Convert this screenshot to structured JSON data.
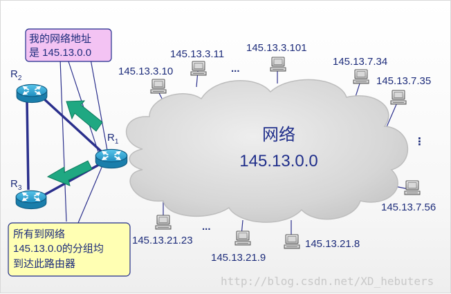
{
  "network": {
    "name": "网络",
    "address": "145.13.0.0"
  },
  "routers": {
    "r1": {
      "main": "R",
      "sub": "1"
    },
    "r2": {
      "main": "R",
      "sub": "2"
    },
    "r3": {
      "main": "R",
      "sub": "3"
    }
  },
  "callouts": {
    "top": [
      "我的网络地址",
      "是 145.13.0.0"
    ],
    "bottom": [
      "所有到网络",
      "145.13.0.0的分组均",
      "到达此路由器"
    ]
  },
  "hosts": {
    "h_3_10": "145.13.3.10",
    "h_3_11": "145.13.3.11",
    "h_3_101": "145.13.3.101",
    "h_7_34": "145.13.7.34",
    "h_7_35": "145.13.7.35",
    "h_7_56": "145.13.7.56",
    "h_21_23": "145.13.21.23",
    "h_21_9": "145.13.21.9",
    "h_21_8": "145.13.21.8"
  },
  "ellipsis": {
    "top": "...",
    "right": "⋮",
    "bottom": "..."
  },
  "watermark": "http://blog.csdn.net/XD_hebuters",
  "colors": {
    "link": "#2a2f8c",
    "router": "#2aa0cf",
    "arrow": "#1fa882",
    "cloud": "#d9d9d9",
    "callout_top": "#f3c3f3",
    "callout_bottom": "#ffffb3"
  }
}
